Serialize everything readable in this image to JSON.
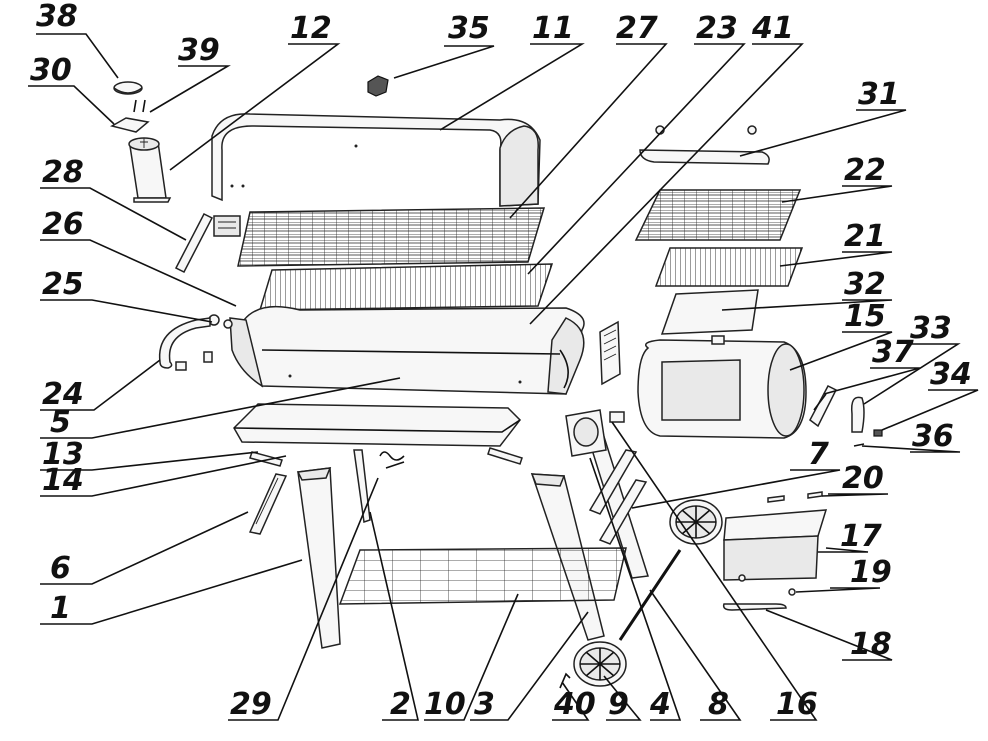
{
  "labels": {
    "p38": "38",
    "p39": "39",
    "p12": "12",
    "p35": "35",
    "p11": "11",
    "p27": "27",
    "p23": "23",
    "p41": "41",
    "p30": "30",
    "p31": "31",
    "p28": "28",
    "p22": "22",
    "p26": "26",
    "p21": "21",
    "p25": "25",
    "p32": "32",
    "p15": "15",
    "p33": "33",
    "p37": "37",
    "p34": "34",
    "p24": "24",
    "p36": "36",
    "p5": "5",
    "p13": "13",
    "p7": "7",
    "p14": "14",
    "p20": "20",
    "p17": "17",
    "p6": "6",
    "p19": "19",
    "p1": "1",
    "p18": "18",
    "p29": "29",
    "p2": "2",
    "p10": "10",
    "p3": "3",
    "p40": "40",
    "p9": "9",
    "p4": "4",
    "p8": "8",
    "p16": "16"
  }
}
